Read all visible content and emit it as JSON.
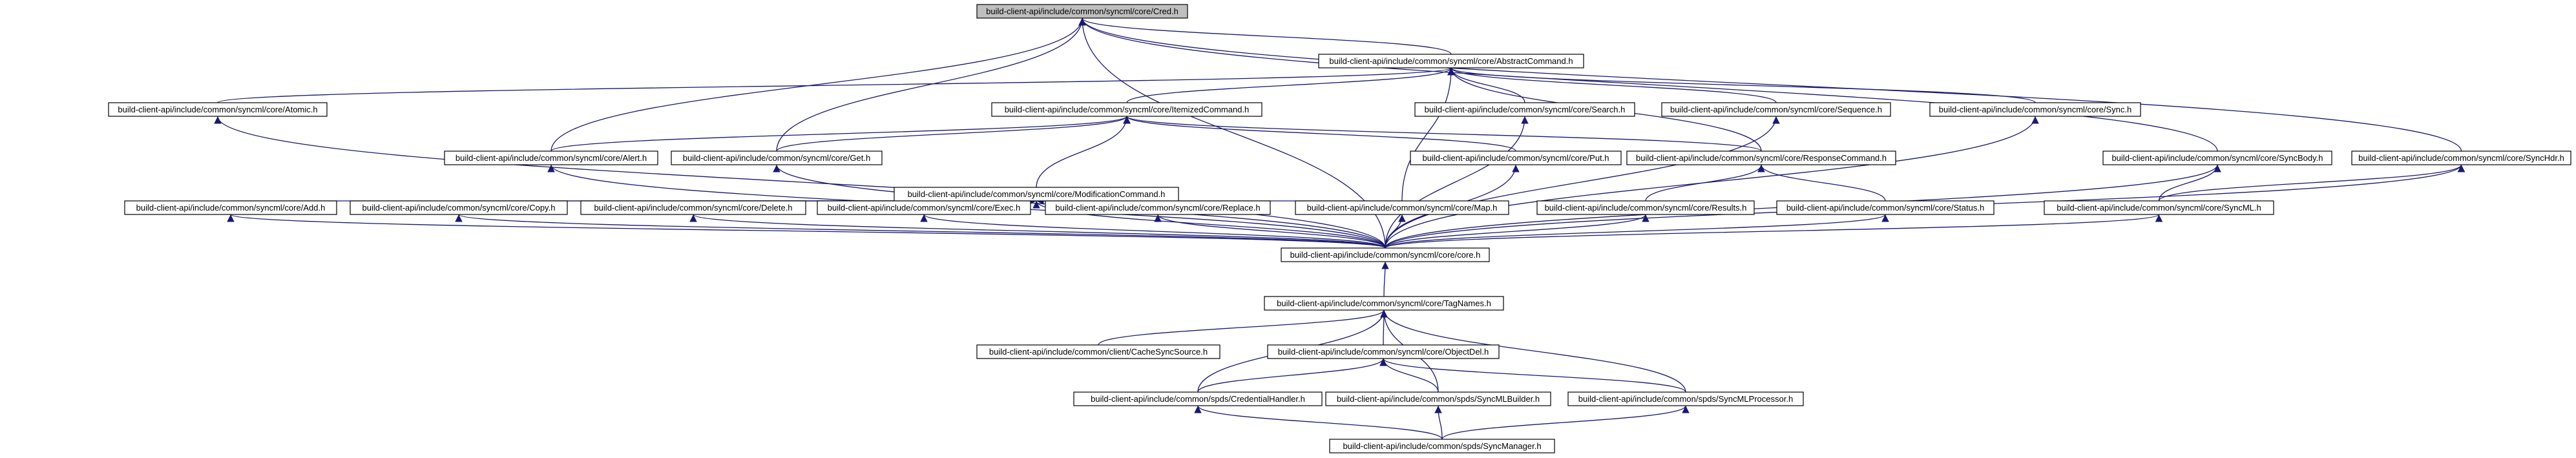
{
  "nodes": [
    {
      "id": "cred",
      "label": "build-client-api/include/common/syncml/core/Cred.h"
    },
    {
      "id": "abstractcommand",
      "label": "build-client-api/include/common/syncml/core/AbstractCommand.h"
    },
    {
      "id": "atomic",
      "label": "build-client-api/include/common/syncml/core/Atomic.h"
    },
    {
      "id": "itemizedcommand",
      "label": "build-client-api/include/common/syncml/core/ItemizedCommand.h"
    },
    {
      "id": "search",
      "label": "build-client-api/include/common/syncml/core/Search.h"
    },
    {
      "id": "sequence",
      "label": "build-client-api/include/common/syncml/core/Sequence.h"
    },
    {
      "id": "sync",
      "label": "build-client-api/include/common/syncml/core/Sync.h"
    },
    {
      "id": "alert",
      "label": "build-client-api/include/common/syncml/core/Alert.h"
    },
    {
      "id": "get",
      "label": "build-client-api/include/common/syncml/core/Get.h"
    },
    {
      "id": "put",
      "label": "build-client-api/include/common/syncml/core/Put.h"
    },
    {
      "id": "responsecommand",
      "label": "build-client-api/include/common/syncml/core/ResponseCommand.h"
    },
    {
      "id": "syncbody",
      "label": "build-client-api/include/common/syncml/core/SyncBody.h"
    },
    {
      "id": "synchdr",
      "label": "build-client-api/include/common/syncml/core/SyncHdr.h"
    },
    {
      "id": "modificationcommand",
      "label": "build-client-api/include/common/syncml/core/ModificationCommand.h"
    },
    {
      "id": "add",
      "label": "build-client-api/include/common/syncml/core/Add.h"
    },
    {
      "id": "copy",
      "label": "build-client-api/include/common/syncml/core/Copy.h"
    },
    {
      "id": "delete",
      "label": "build-client-api/include/common/syncml/core/Delete.h"
    },
    {
      "id": "exec",
      "label": "build-client-api/include/common/syncml/core/Exec.h"
    },
    {
      "id": "replace",
      "label": "build-client-api/include/common/syncml/core/Replace.h"
    },
    {
      "id": "map",
      "label": "build-client-api/include/common/syncml/core/Map.h"
    },
    {
      "id": "results",
      "label": "build-client-api/include/common/syncml/core/Results.h"
    },
    {
      "id": "status",
      "label": "build-client-api/include/common/syncml/core/Status.h"
    },
    {
      "id": "syncml",
      "label": "build-client-api/include/common/syncml/core/SyncML.h"
    },
    {
      "id": "core",
      "label": "build-client-api/include/common/syncml/core/core.h"
    },
    {
      "id": "tagnames",
      "label": "build-client-api/include/common/syncml/core/TagNames.h"
    },
    {
      "id": "cachesyncsource",
      "label": "build-client-api/include/common/client/CacheSyncSource.h"
    },
    {
      "id": "objectdel",
      "label": "build-client-api/include/common/syncml/core/ObjectDel.h"
    },
    {
      "id": "credentialhandler",
      "label": "build-client-api/include/common/spds/CredentialHandler.h"
    },
    {
      "id": "syncmlbuilder",
      "label": "build-client-api/include/common/spds/SyncMLBuilder.h"
    },
    {
      "id": "syncmlprocessor",
      "label": "build-client-api/include/common/spds/SyncMLProcessor.h"
    },
    {
      "id": "syncmanager",
      "label": "build-client-api/include/common/spds/SyncManager.h"
    }
  ],
  "edges": [
    [
      "abstractcommand",
      "cred"
    ],
    [
      "atomic",
      "abstractcommand"
    ],
    [
      "itemizedcommand",
      "abstractcommand"
    ],
    [
      "search",
      "abstractcommand"
    ],
    [
      "sequence",
      "abstractcommand"
    ],
    [
      "sync",
      "abstractcommand"
    ],
    [
      "responsecommand",
      "abstractcommand"
    ],
    [
      "map",
      "abstractcommand"
    ],
    [
      "alert",
      "cred"
    ],
    [
      "get",
      "cred"
    ],
    [
      "syncbody",
      "cred"
    ],
    [
      "synchdr",
      "cred"
    ],
    [
      "core",
      "cred"
    ],
    [
      "alert",
      "itemizedcommand"
    ],
    [
      "get",
      "itemizedcommand"
    ],
    [
      "put",
      "itemizedcommand"
    ],
    [
      "modificationcommand",
      "itemizedcommand"
    ],
    [
      "responsecommand",
      "itemizedcommand"
    ],
    [
      "add",
      "modificationcommand"
    ],
    [
      "copy",
      "modificationcommand"
    ],
    [
      "delete",
      "modificationcommand"
    ],
    [
      "exec",
      "modificationcommand"
    ],
    [
      "replace",
      "modificationcommand"
    ],
    [
      "map",
      "modificationcommand"
    ],
    [
      "results",
      "responsecommand"
    ],
    [
      "status",
      "responsecommand"
    ],
    [
      "syncml",
      "syncbody"
    ],
    [
      "syncml",
      "synchdr"
    ],
    [
      "core",
      "atomic"
    ],
    [
      "core",
      "search"
    ],
    [
      "core",
      "sequence"
    ],
    [
      "core",
      "sync"
    ],
    [
      "core",
      "alert"
    ],
    [
      "core",
      "get"
    ],
    [
      "core",
      "put"
    ],
    [
      "core",
      "add"
    ],
    [
      "core",
      "copy"
    ],
    [
      "core",
      "delete"
    ],
    [
      "core",
      "exec"
    ],
    [
      "core",
      "replace"
    ],
    [
      "core",
      "map"
    ],
    [
      "core",
      "results"
    ],
    [
      "core",
      "status"
    ],
    [
      "core",
      "syncbody"
    ],
    [
      "core",
      "synchdr"
    ],
    [
      "core",
      "syncml"
    ],
    [
      "core",
      "modificationcommand"
    ],
    [
      "tagnames",
      "core"
    ],
    [
      "cachesyncsource",
      "tagnames"
    ],
    [
      "objectdel",
      "tagnames"
    ],
    [
      "credentialhandler",
      "tagnames"
    ],
    [
      "syncmlbuilder",
      "tagnames"
    ],
    [
      "syncmlprocessor",
      "tagnames"
    ],
    [
      "credentialhandler",
      "objectdel"
    ],
    [
      "syncmlbuilder",
      "objectdel"
    ],
    [
      "syncmlprocessor",
      "objectdel"
    ],
    [
      "syncmanager",
      "credentialhandler"
    ],
    [
      "syncmanager",
      "syncmlbuilder"
    ],
    [
      "syncmanager",
      "syncmlprocessor"
    ]
  ],
  "colors": {
    "edge": "#191970",
    "root_fill": "#bfbfbf",
    "node_fill": "#ffffff"
  }
}
